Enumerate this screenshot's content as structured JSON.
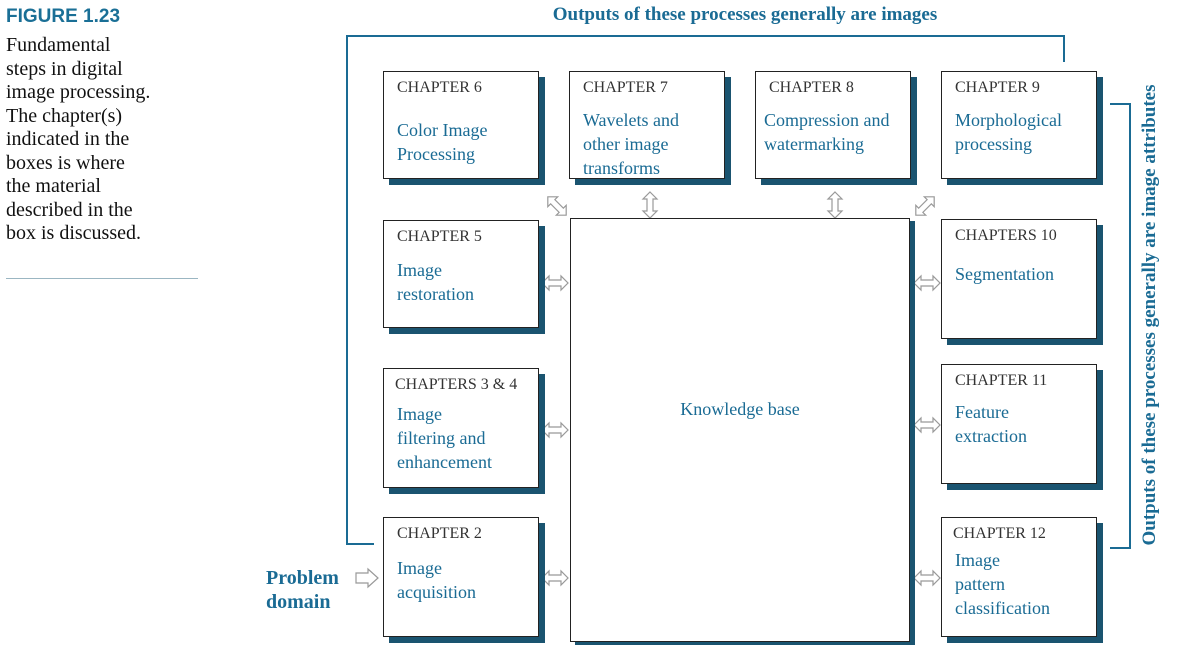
{
  "figure": {
    "label": "FIGURE 1.23",
    "caption": "Fundamental\nsteps in digital\nimage processing.\nThe chapter(s)\nindicated in the\nboxes is where\nthe material\ndescribed in the\nbox is discussed."
  },
  "diagram": {
    "top_output_label": "Outputs of these processes generally are images",
    "side_output_label": "Outputs of these processes generally are image attributes",
    "input_label": "Problem\ndomain",
    "knowledge_base": "Knowledge base",
    "boxes": {
      "color": {
        "chapter": "CHAPTER 6",
        "title": "Color Image\nProcessing"
      },
      "wavelets": {
        "chapter": "CHAPTER 7",
        "title": "Wavelets and\nother image\ntransforms"
      },
      "compression": {
        "chapter": "CHAPTER 8",
        "title": "Compression and\nwatermarking"
      },
      "morphology": {
        "chapter": "CHAPTER 9",
        "title": "Morphological\nprocessing"
      },
      "restoration": {
        "chapter": "CHAPTER 5",
        "title": "Image\nrestoration"
      },
      "segmentation": {
        "chapter": "CHAPTERS 10",
        "title": "Segmentation"
      },
      "filtering": {
        "chapter": "CHAPTERS 3 & 4",
        "title": "Image\nfiltering and\nenhancement"
      },
      "feature": {
        "chapter": "CHAPTER 11",
        "title": "Feature\nextraction"
      },
      "acquisition": {
        "chapter": "CHAPTER 2",
        "title": "Image\nacquisition"
      },
      "classification": {
        "chapter": "CHAPTER 12",
        "title": "Image\npattern\nclassification"
      }
    },
    "colors": {
      "accent": "#1a6b94",
      "shadow": "#1a5470",
      "arrow": "#aaaaaa"
    }
  }
}
